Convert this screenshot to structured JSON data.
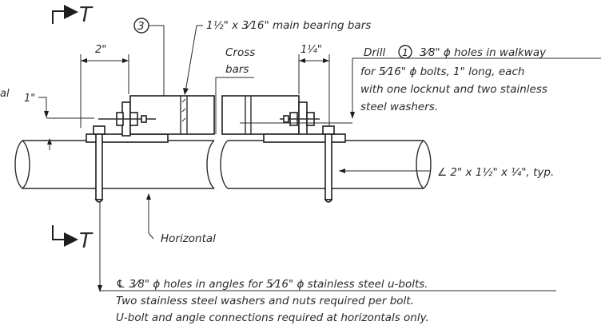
{
  "section_mark": {
    "letter": "T"
  },
  "callout_number": "3",
  "drill_circle_number": "1",
  "labels": {
    "main_bearing_bars": "1½\" x 3⁄16\" main bearing bars",
    "cross_bars_line1": "Cross",
    "cross_bars_line2": "bars",
    "dim_2in": "2\"",
    "dim_1_25in": "1¼\"",
    "dim_1in": "1\"",
    "horizontal_left_fragment": "al",
    "horizontal": "Horizontal",
    "angle_typ": "∠ 2\" x 1½\" x ¼\", typ."
  },
  "drill_note": {
    "line1_prefix": "Drill",
    "line1_suffix": "3⁄8\" ϕ holes in walkway",
    "line2": "for 5⁄16\" ϕ bolts, 1\" long, each",
    "line3": "with one locknut and two stainless",
    "line4": "steel washers."
  },
  "bottom_note": {
    "line1": "℄ 3⁄8\" ϕ holes in angles for 5⁄16\" ϕ stainless steel u-bolts.",
    "line2": "Two stainless steel washers and nuts required per bolt.",
    "line3": "U-bolt and angle connections required at horizontals only."
  }
}
